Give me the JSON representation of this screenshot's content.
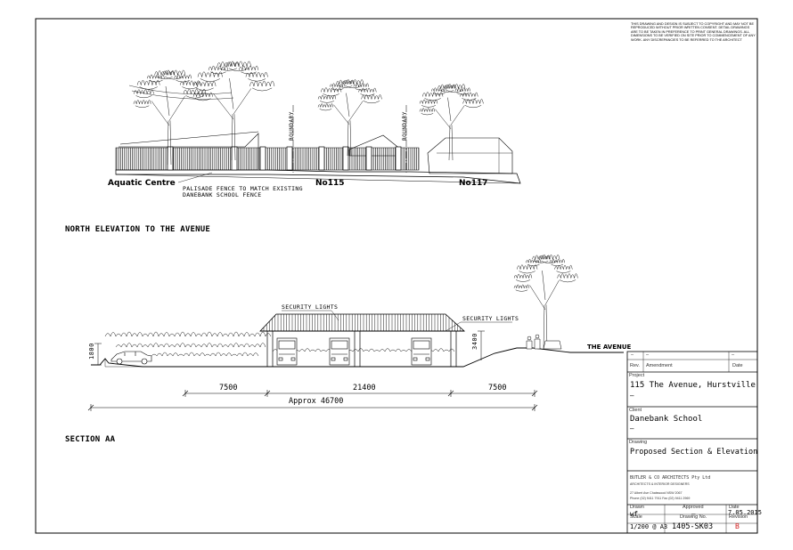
{
  "copyright_note": "THIS DRAWING AND DESIGN IS SUBJECT TO COPYRIGHT AND MAY NOT BE REPRODUCED WITHOUT PRIOR WRITTEN CONSENT. DETAIL DRAWINGS ARE TO BE TAKEN IN PREFERENCE TO PRINT GENERAL DRAWINGS. ALL DIMENSIONS TO BE VERIFIED ON SITE PRIOR TO COMMENCEMENT OF ANY WORK. ANY DISCREPANCIES TO BE REFERRED TO THE ARCHITECT",
  "elevation": {
    "title": "NORTH ELEVATION TO THE AVENUE",
    "labels": {
      "aquatic": "Aquatic Centre",
      "no115": "No115",
      "no117": "No117",
      "boundary1": "BOUNDARY",
      "boundary2": "BOUNDARY",
      "fence_note_1": "PALISADE FENCE TO MATCH EXISTING",
      "fence_note_2": "DANEBANK SCHOOL FENCE"
    }
  },
  "section": {
    "title": "SECTION AA",
    "labels": {
      "security_left": "SECURITY LIGHTS",
      "security_right": "SECURITY LIGHTS",
      "the_avenue": "THE AVENUE",
      "height_left": "1800",
      "height_right": "3400"
    },
    "dimensions": {
      "d1": "7500",
      "d2": "21400",
      "d3": "7500",
      "overall": "Approx 46700"
    }
  },
  "title_block": {
    "rev_label": "Rev.",
    "amendment_label": "Amendment",
    "date_label": "Date",
    "rev_row_rev": "–",
    "rev_row_amend": "–",
    "rev_row_date": "–",
    "project_label": "Project",
    "project_name": "115 The Avenue, Hurstville",
    "project_dash": "–",
    "client_label": "Client",
    "client_name": "Danebank School",
    "client_dash": "–",
    "drawing_label": "Drawing",
    "drawing_name": "Proposed Section & Elevation",
    "firm_name": "BUTLER & CO ARCHITECTS Pty Ltd",
    "firm_sub": "ARCHITECTS & INTERIOR DESIGNERS",
    "firm_addr": "27 Albert Ave Chatswood NSW 2067",
    "firm_phone": "Phone (02) 9411 7911 Fax (02) 9411 2969",
    "drawn_label": "Drawn",
    "drawn_value": "wf",
    "approved_label": "Approved",
    "approved_value": "–",
    "date2_label": "Date",
    "date2_value": "7.05.2015",
    "scale_label": "Scale",
    "scale_value": "1/200 @ A3",
    "drawing_no_label": "Drawing No.",
    "drawing_no_value": "1405-SK03",
    "revision_label": "Revision",
    "revision_value": "B"
  },
  "colors": {
    "line": "#000000",
    "revision": "#d01c1c"
  }
}
